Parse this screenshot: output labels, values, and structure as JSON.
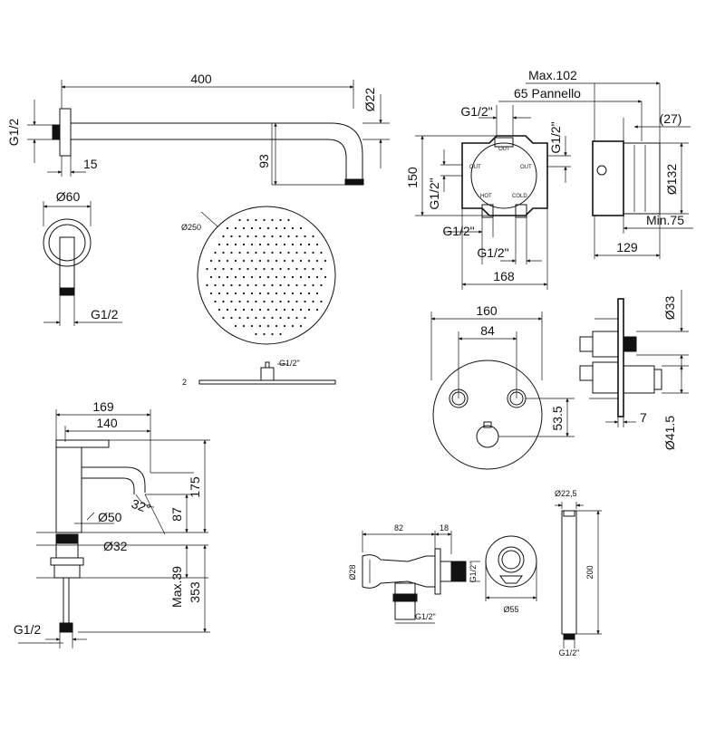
{
  "wall_arm": {
    "length": "400",
    "diameter": "Ø22",
    "thread": "G1/2",
    "depth": "15",
    "drop": "93"
  },
  "flange": {
    "diameter": "Ø60",
    "thread": "G1/2"
  },
  "shower_head": {
    "diameter": "Ø250",
    "thickness": "2",
    "thread": "G1/2\""
  },
  "valve_body": {
    "top_thread": "G1/2\"",
    "right_thread": "G1/2\"",
    "left_thread": "G1/2\"",
    "bottom_thread_left": "G1/2\"",
    "bottom_thread_right": "G1/2\"",
    "height": "150",
    "width": "168",
    "label_out_left": "OUT",
    "label_out_right": "OUT",
    "label_hot": "HOT",
    "label_cold": "COLD",
    "label_out_top": "OUT"
  },
  "valve_side": {
    "max_depth": "Max.102",
    "panel": "65 Pannello",
    "recess": "(27)",
    "diameter": "Ø132",
    "min_depth": "Min.75",
    "depth": "129"
  },
  "trim_plate": {
    "width": "160",
    "spacing": "84",
    "offset": "53.5"
  },
  "trim_side": {
    "diameter_top": "Ø33",
    "thickness": "7",
    "diameter_bottom": "Ø41.5"
  },
  "basin_mixer": {
    "reach_total": "169",
    "reach_spout": "140",
    "angle": "32°",
    "height": "175",
    "spout_height": "87",
    "body_diameter": "Ø50",
    "base_diameter": "Ø32",
    "max_thickness": "Max.39",
    "under_height": "353",
    "thread": "G1/2"
  },
  "wall_outlet": {
    "length": "82",
    "thread_length": "18",
    "diameter": "Ø28",
    "thread_side": "G1/2\"",
    "thread_bottom": "G1/2\"",
    "rosette": "Ø55"
  },
  "hand_shower": {
    "diameter": "Ø22,5",
    "length": "200",
    "thread": "G1/2\""
  }
}
